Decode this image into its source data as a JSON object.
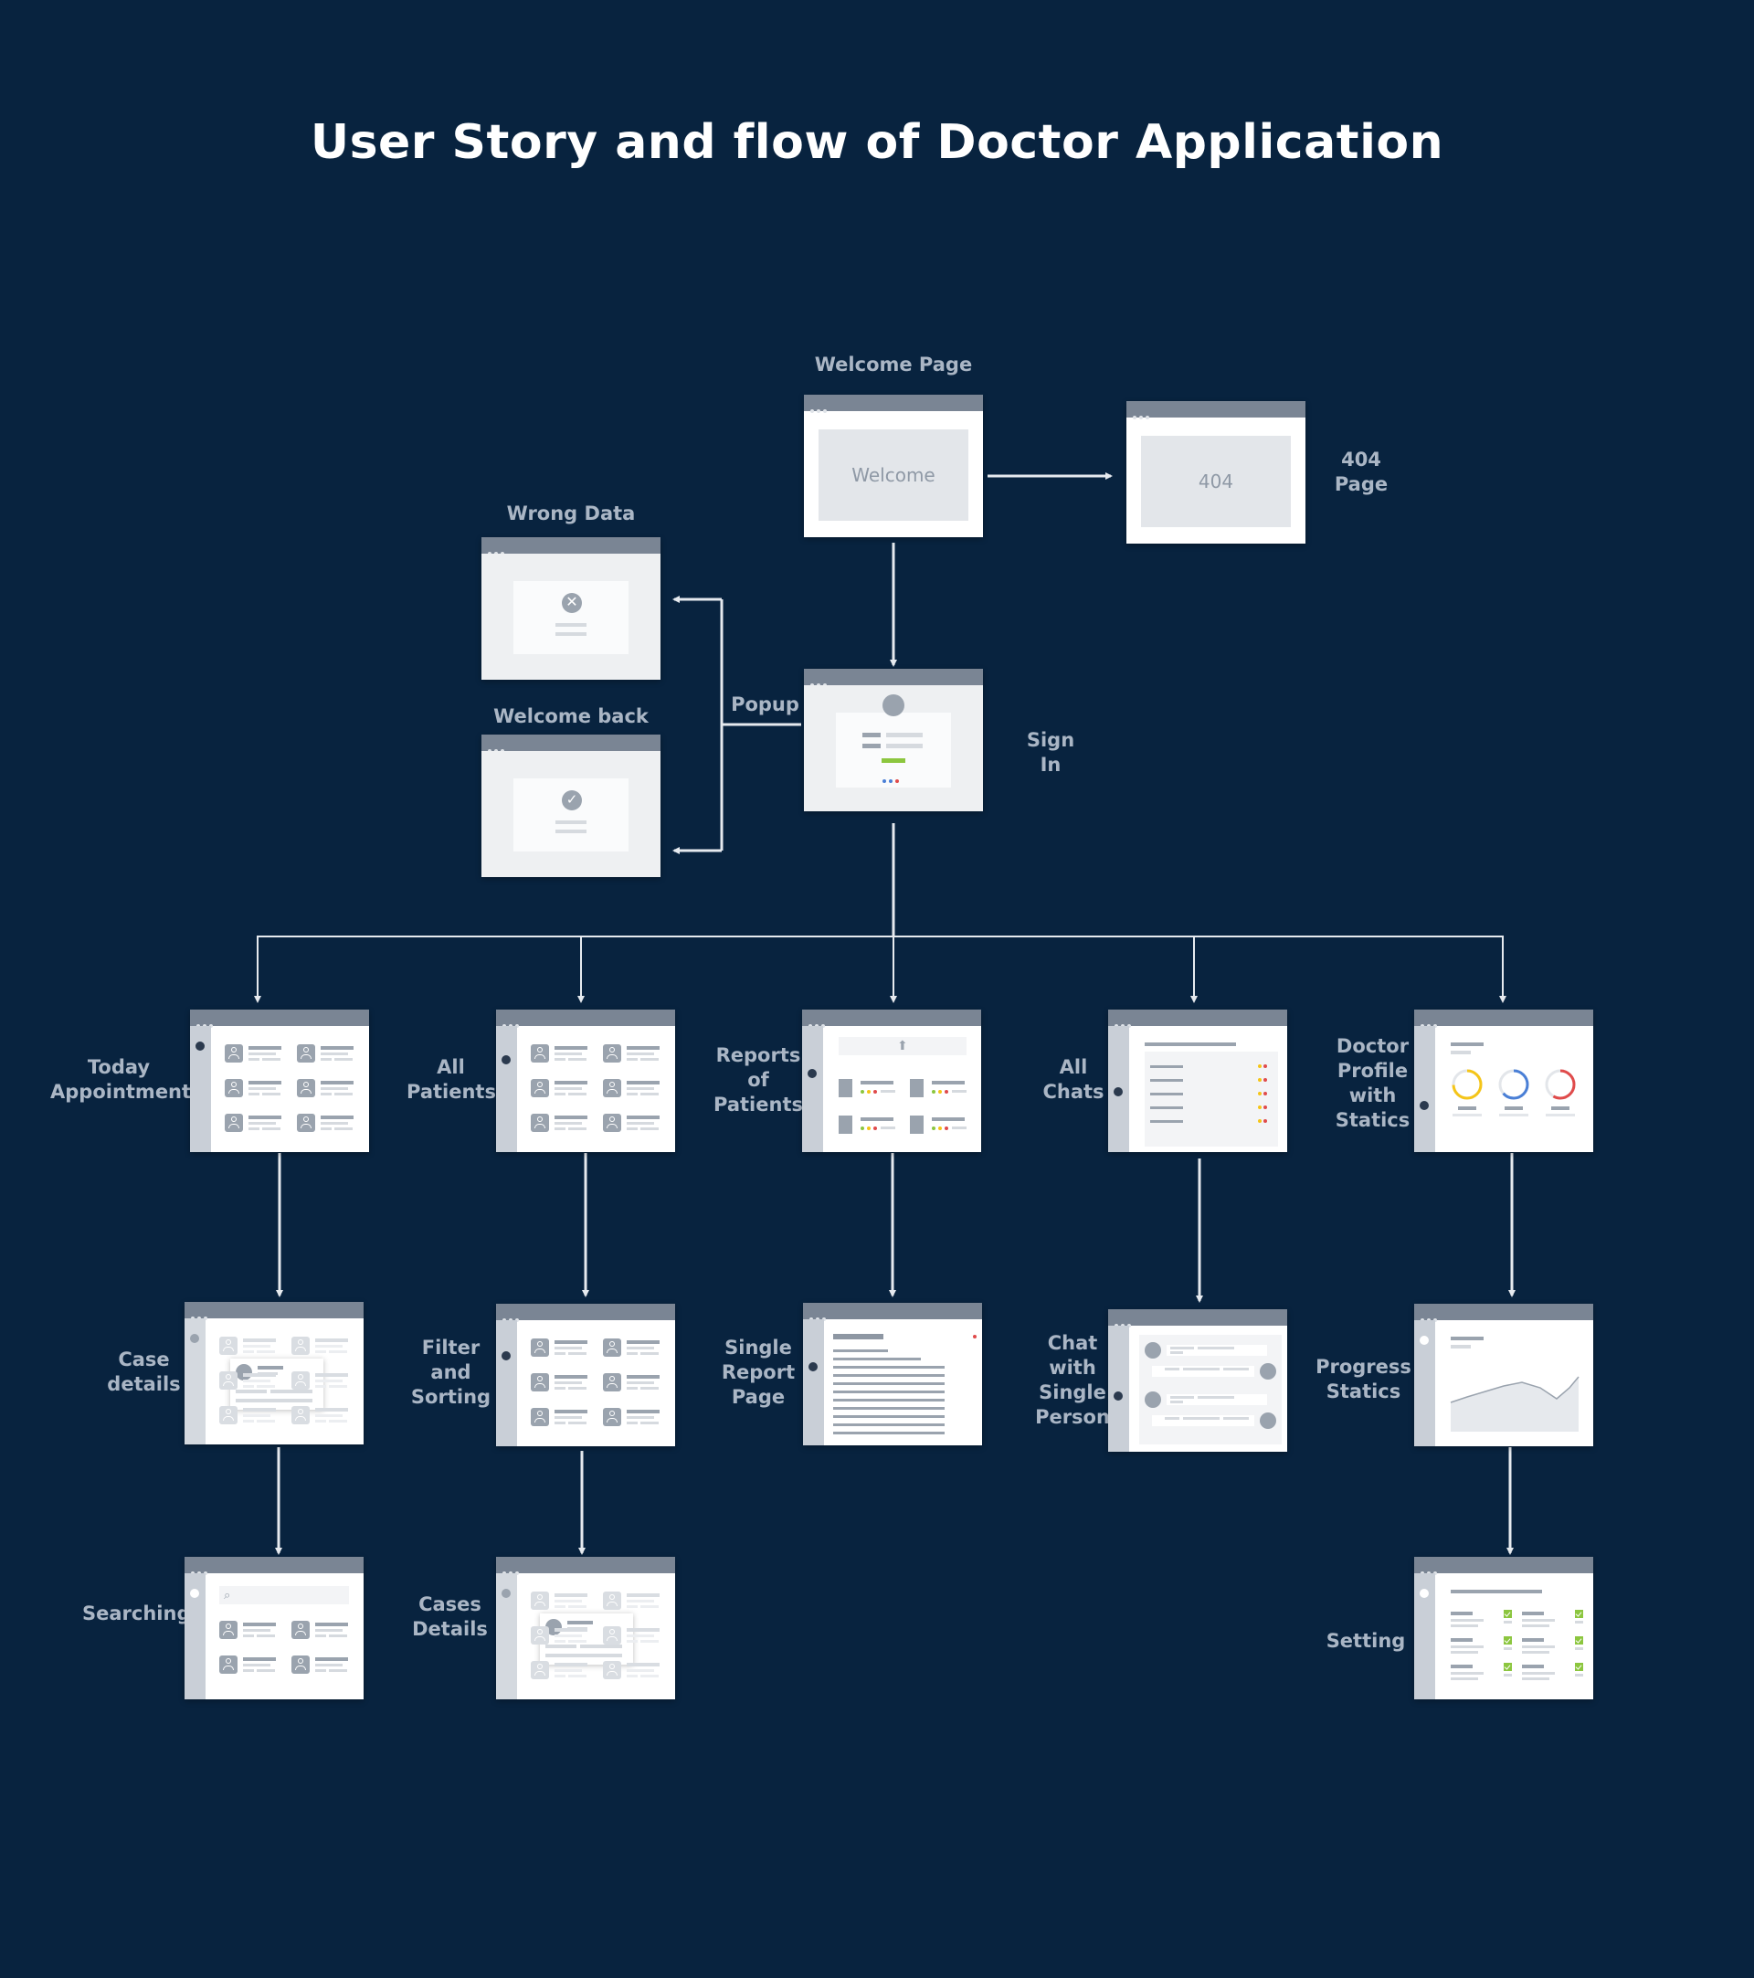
{
  "title": "User Story and flow of Doctor Application",
  "nodes": {
    "welcome": {
      "label": "Welcome Page",
      "screen_text": "Welcome"
    },
    "not_found": {
      "label": "404\nPage",
      "screen_text": "404"
    },
    "wrong_data": {
      "label": "Wrong Data"
    },
    "welcome_back": {
      "label": "Welcome back"
    },
    "popup": {
      "label": "Popup"
    },
    "sign_in": {
      "label": "Sign In"
    },
    "today_appointments": {
      "label": "Today\nAppointments"
    },
    "all_patients": {
      "label": "All\nPatients"
    },
    "reports_of_patients": {
      "label": "Reports\nof\nPatients"
    },
    "all_chats": {
      "label": "All\nChats"
    },
    "doctor_profile": {
      "label": "Doctor\nProfile\nwith\nStatics"
    },
    "case_details": {
      "label": "Case\ndetails"
    },
    "filter_sorting": {
      "label": "Filter\nand\nSorting"
    },
    "single_report": {
      "label": "Single\nReport\nPage"
    },
    "chat_single": {
      "label": "Chat\nwith\nSingle\nPerson"
    },
    "progress_statics": {
      "label": "Progress\nStatics"
    },
    "searching": {
      "label": "Searching"
    },
    "cases_details": {
      "label": "Cases\nDetails"
    },
    "setting": {
      "label": "Setting"
    }
  },
  "colors": {
    "background": "#08233f",
    "title": "#ffffff",
    "label": "#aab6c5",
    "connector": "#e6eaef",
    "window_bar": "#7a8594",
    "accent_green": "#8cc63f",
    "accent_yellow": "#f5c518",
    "accent_blue": "#4a7fd6",
    "accent_red": "#e04b4b"
  }
}
